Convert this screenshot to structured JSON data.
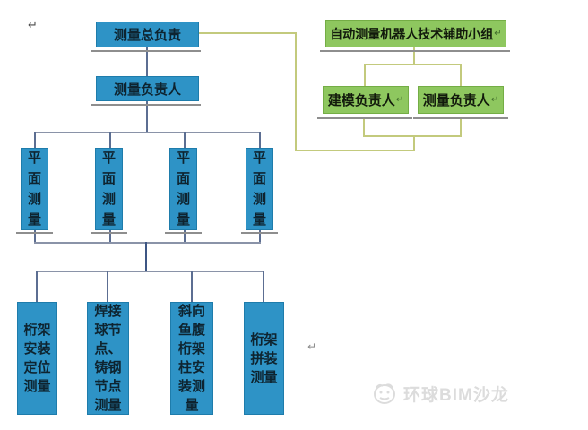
{
  "colors": {
    "blue_box": "#2e93c6",
    "blue_box_border": "#1e7cab",
    "green_box": "#8ec75f",
    "green_box_border": "#74ad45",
    "left_connector": "#5c6e92",
    "left_connector_horizontal": "#8a93a8",
    "right_connector": "#c3ca7d",
    "underline": "#8e8e8e",
    "watermark": "#dcdcdc"
  },
  "left_chart": {
    "root_label": "测量总负责",
    "manager_label": "测量负责人",
    "mid_boxes": [
      "平面测量",
      "平面测量",
      "平面测量",
      "平面测量"
    ],
    "bottom_boxes": [
      "桁架安装定位测量",
      "焊接球节点、铸钢节点测量",
      "斜向鱼腹桁架柱安装测量",
      "桁架拼装测量"
    ]
  },
  "right_chart": {
    "root_label": "自动测量机器人技术辅助小组",
    "children": [
      "建模负责人",
      "测量负责人"
    ],
    "return_mark": "↵"
  },
  "formatting_marks": {
    "return_mark": "↵"
  },
  "watermark": {
    "icon": "globe-face-icon",
    "text": "环球BIM沙龙"
  }
}
